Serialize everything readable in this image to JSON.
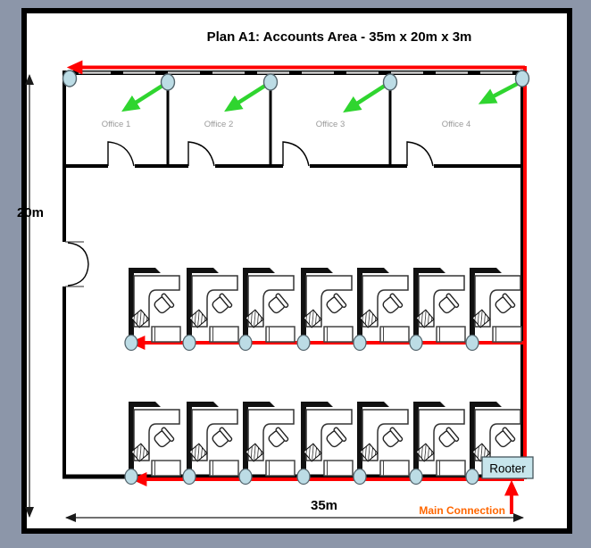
{
  "title": "Plan A1: Accounts Area - 35m x 20m x 3m",
  "dimension_labels": {
    "vertical": "20m",
    "horizontal": "35m"
  },
  "office_labels": [
    "Office 1",
    "Office 2",
    "Office 3",
    "Office 4"
  ],
  "network": {
    "router_label": "Rooter",
    "main_connection_label": "Main Connection",
    "access_points_on_top_wall": 5,
    "nodes_per_desk_row": 7
  },
  "furniture": {
    "desk_rows": 2,
    "workstations_per_row": 7
  },
  "colors": {
    "cable_red": "#ff0000",
    "wifi_arrow_green": "#2fd52f",
    "node_fill": "#bcdce5",
    "router_box_fill": "#c7e5ec",
    "main_connection_text": "#ff6600",
    "frame_gray_blue": "#8c96a9"
  }
}
